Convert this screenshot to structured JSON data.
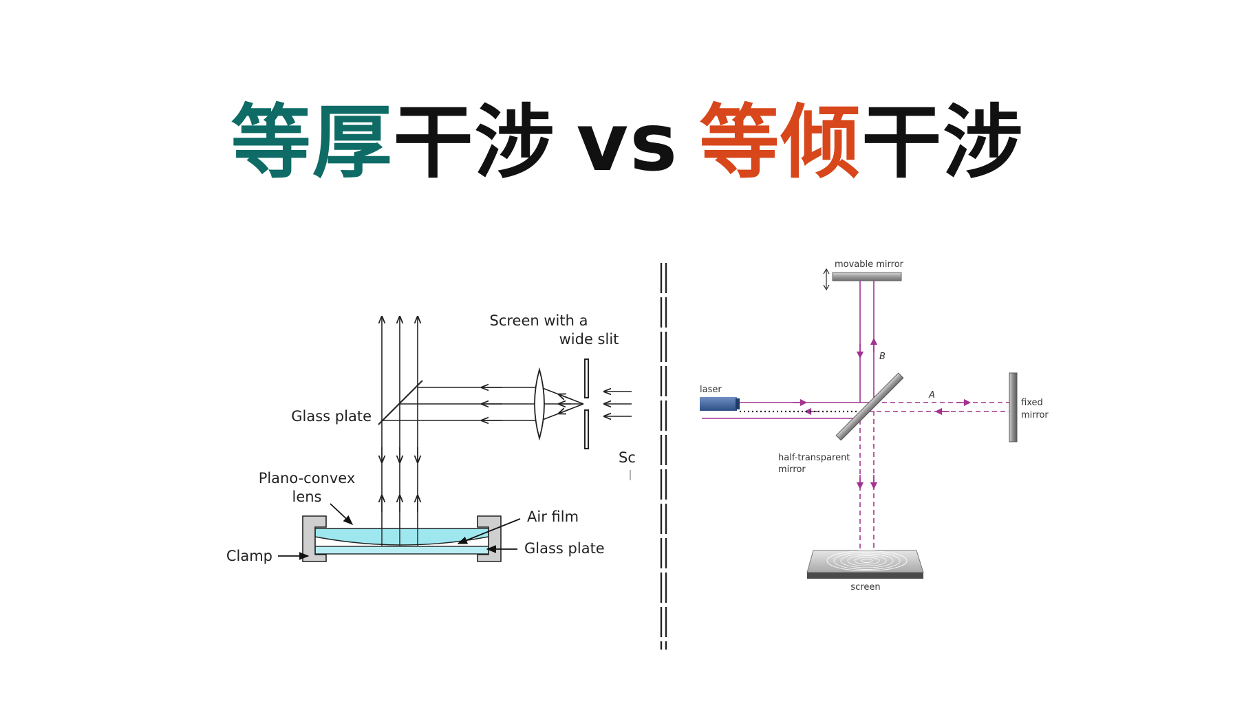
{
  "title": {
    "part1_highlight": "等厚",
    "part1_rest": "干涉",
    "vs": "vs",
    "part2_highlight": "等倾",
    "part2_rest": "干涉"
  },
  "colors": {
    "teal": "#0e6b66",
    "orange": "#d8461b",
    "black": "#111111",
    "lens_fill": "#9fe7ef",
    "beam_magenta": "#a2338f"
  },
  "left_diagram": {
    "labels": {
      "screen_line1": "Screen with a",
      "screen_line2": "wide slit",
      "glass_plate_top": "Glass plate",
      "plano_convex_line1": "Plano-convex",
      "plano_convex_line2": "lens",
      "air_film": "Air film",
      "glass_plate_bottom": "Glass plate",
      "clamp": "Clamp",
      "cut_off": "Sc"
    }
  },
  "right_diagram": {
    "labels": {
      "movable_mirror": "movable mirror",
      "path_b": "B",
      "path_a": "A",
      "laser": "laser",
      "fixed_mirror_line1": "fixed",
      "fixed_mirror_line2": "mirror",
      "half_transparent_line1": "half-transparent",
      "half_transparent_line2": "mirror",
      "screen": "screen"
    }
  }
}
